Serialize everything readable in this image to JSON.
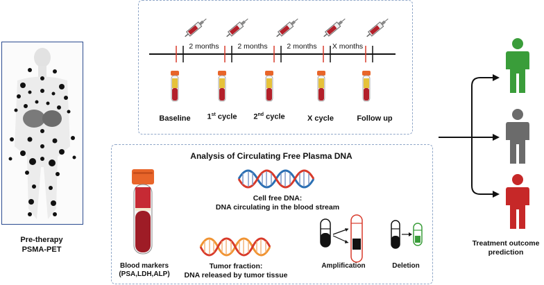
{
  "pet_panel": {
    "caption_line1": "Pre-therapy",
    "caption_line2": "PSMA-PET"
  },
  "timeline": {
    "intervals": [
      "2 months",
      "2 months",
      "2 months",
      "X months"
    ],
    "timepoints": [
      {
        "label": "Baseline",
        "sup": "",
        "suffix": ""
      },
      {
        "label": "1",
        "sup": "st",
        "suffix": " cycle"
      },
      {
        "label": "2",
        "sup": "nd",
        "suffix": " cycle"
      },
      {
        "label": "X cycle",
        "sup": "",
        "suffix": ""
      },
      {
        "label": "Follow up",
        "sup": "",
        "suffix": ""
      }
    ]
  },
  "analysis": {
    "title": "Analysis of Circulating Free Plasma DNA",
    "cfdna_title": "Cell free DNA:",
    "cfdna_desc": "DNA circulating in the blood stream",
    "blood_markers_line1": "Blood markers",
    "blood_markers_line2": "(PSA,LDH,ALP)",
    "tumor_fraction_title": "Tumor fraction:",
    "tumor_fraction_desc": "DNA released by tumor tissue",
    "amplification": "Amplification",
    "deletion": "Deletion"
  },
  "outcome": {
    "label_line1": "Treatment outcome",
    "label_line2": "prediction",
    "person_colors": [
      "#3a9d3a",
      "#6b6b6b",
      "#c62828"
    ]
  },
  "colors": {
    "box_border": "#8fa6c8",
    "tube_cap": "#e8652a",
    "blood": "#b3202a",
    "dna_red": "#d83a2b",
    "dna_blue": "#2b6fb3",
    "dna_orange": "#f09433"
  }
}
